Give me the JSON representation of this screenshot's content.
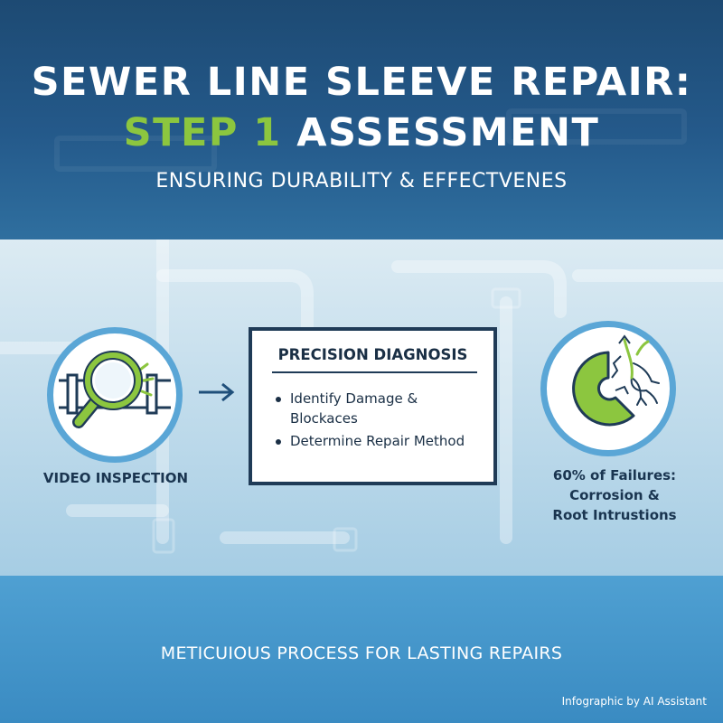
{
  "header": {
    "title_line1": "SEWER LINE SLEEVE REPAIR:",
    "title_step": "STEP 1",
    "title_rest": " ASSESSMENT",
    "subtitle": "ENSURING DURABILITY & EFFECTVENES"
  },
  "left_panel": {
    "icon": "magnifier-over-pipe-icon",
    "label": "VIDEO INSPECTION"
  },
  "card": {
    "title": "PRECISION DIAGNOSIS",
    "items": [
      "Identify Damage & Blockaces",
      "Determine Repair Method"
    ]
  },
  "right_panel": {
    "icon": "corroded-pipe-with-roots-icon",
    "label_lines": [
      "60% of Failures:",
      "Corrosion &",
      "Root Intrustions"
    ]
  },
  "footer": {
    "tagline": "METICUIOUS PROCESS FOR LASTING REPAIRS",
    "credit": "Infographic by AI Assistant"
  },
  "colors": {
    "header_bg": "#1d4a73",
    "accent_green": "#8cc63f",
    "circle_border": "#5aa6d6",
    "card_border": "#1f3b57",
    "footer_bg": "#3a8bc2"
  }
}
